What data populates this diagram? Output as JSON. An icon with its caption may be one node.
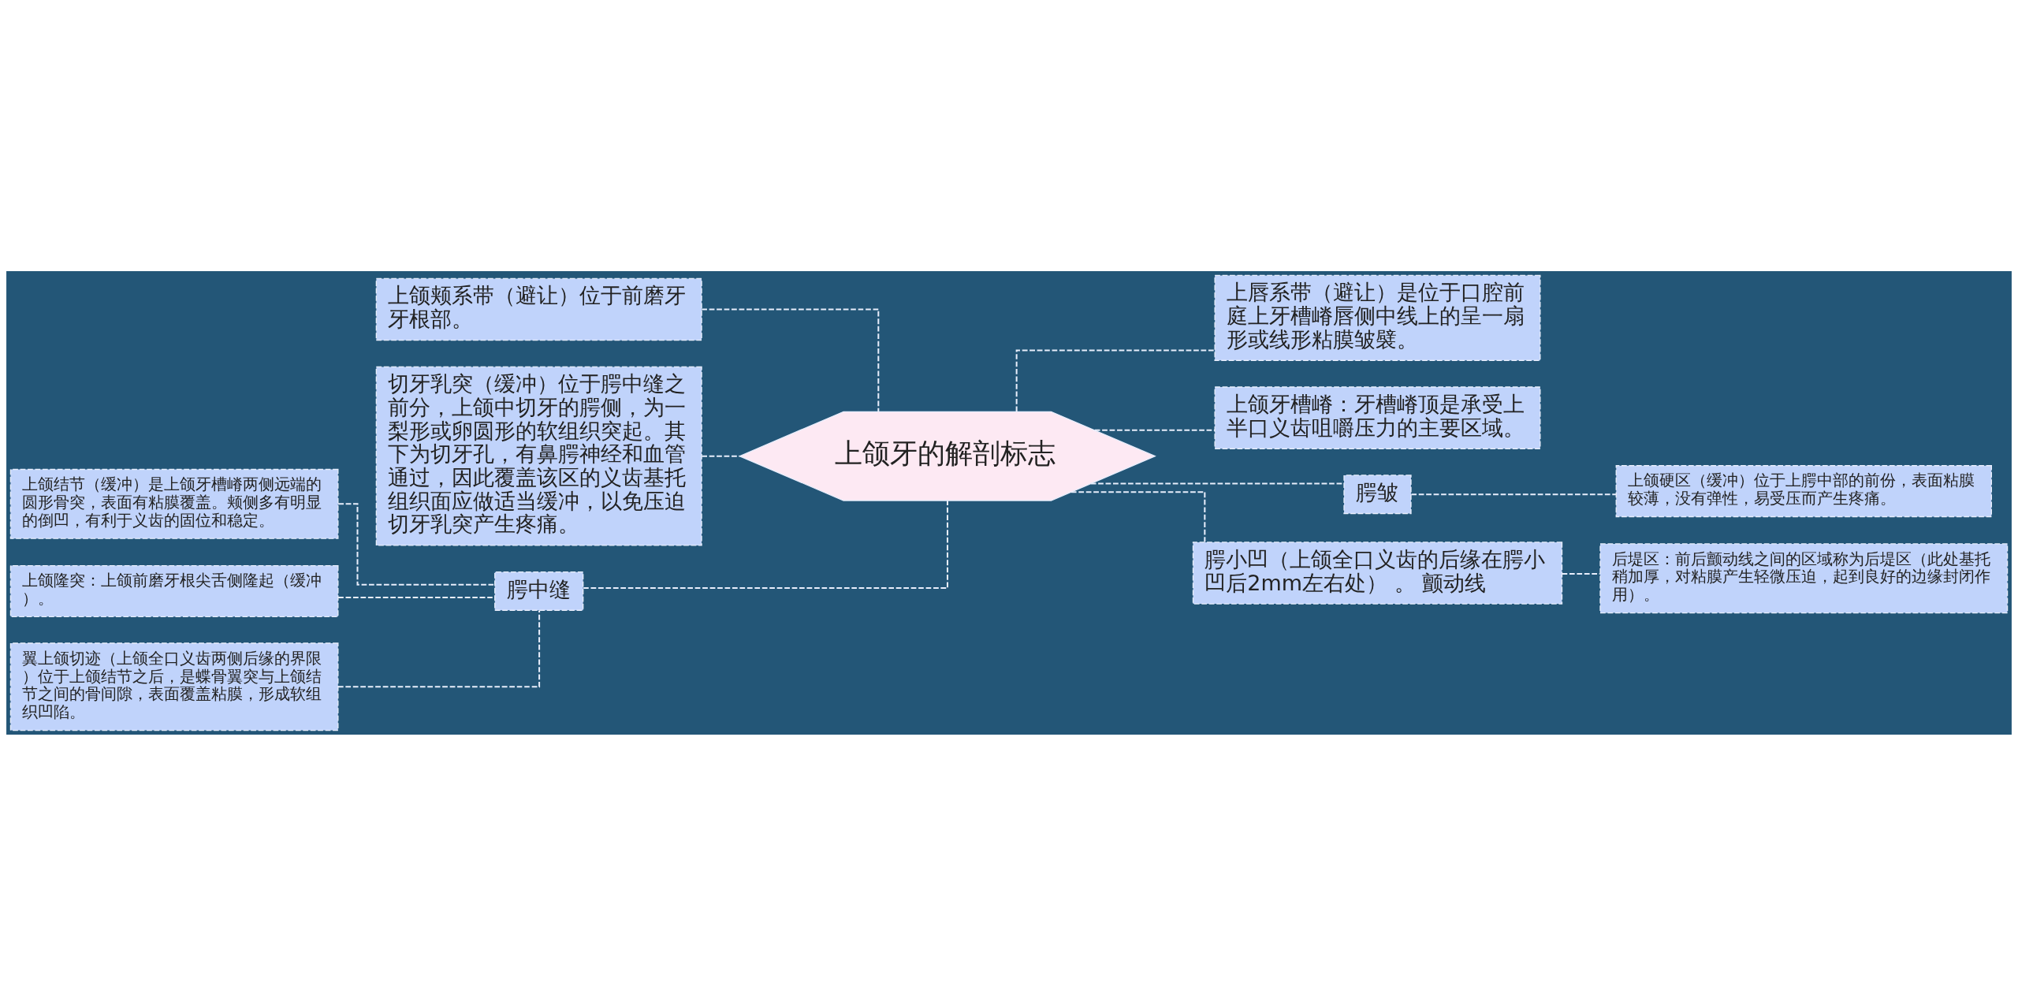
{
  "diagram": {
    "nodes": [
      {
        "text": [
          "上颌牙的解剖标志"
        ]
      },
      {
        "text": [
          "上颌颊系带（避让）位于前磨牙牙根部。"
        ]
      },
      {
        "text": [
          "切牙乳突（缓冲）位于腭中缝之前分，上颌中切牙的腭侧，为一梨形或卵圆形的软组织突起。其下为切牙孔，有鼻腭神经和血管通过，因此覆盖该区的义齿基托组织面应做适当缓冲，以免压迫切牙乳突产生疼痛。"
        ]
      },
      {
        "text": [
          "腭中缝"
        ]
      },
      {
        "text": [
          "上颌结节（缓冲）是上颌牙槽嵴两侧远端的圆形骨突，表面有粘膜覆盖。颊侧多有明显的倒凹，有利于义齿的固位和稳定。"
        ]
      },
      {
        "text": [
          "上颌隆突：上颌前磨牙根尖舌侧隆起（缓冲）。"
        ]
      },
      {
        "text": [
          "翼上颌切迹（上颌全口义齿两侧后缘的界限）位于上颌结节之后，是蝶骨翼突与上颌结节之间的骨间隙，表面覆盖粘膜，形成软组织凹陷。"
        ]
      },
      {
        "text": [
          "上唇系带（避让）是位于口腔前庭上牙槽嵴唇侧中线上的呈一扇形或线形粘膜皱襞。"
        ]
      },
      {
        "text": [
          "上颌牙槽嵴：牙槽嵴顶是承受上半口义齿咀嚼压力的主要区域。"
        ]
      },
      {
        "text": [
          "腭皱"
        ]
      },
      {
        "text": [
          "上颌硬区（缓冲）位于上腭中部的前份，表面粘膜较薄，没有弹性，易受压而产生疼痛。"
        ]
      },
      {
        "text": [
          "腭小凹（上颌全口义齿的后缘在腭小凹后2mm左右处） 。 颤动线"
        ]
      },
      {
        "text": [
          "后堤区：前后颤动线之间的区域称为后堤区（此处基托稍加厚，对粘膜产生轻微压迫，起到良好的边缘封闭作用）。"
        ]
      }
    ],
    "edges": [
      {
        "from": 0,
        "to": 1,
        "arrow": "none"
      },
      {
        "from": 0,
        "to": 2,
        "arrow": "none"
      },
      {
        "from": 0,
        "to": 3,
        "arrow": "none"
      },
      {
        "from": 3,
        "to": 4,
        "arrow": "none"
      },
      {
        "from": 3,
        "to": 5,
        "arrow": "none"
      },
      {
        "from": 3,
        "to": 6,
        "arrow": "none"
      },
      {
        "from": 0,
        "to": 7,
        "arrow": "none"
      },
      {
        "from": 0,
        "to": 8,
        "arrow": "none"
      },
      {
        "from": 0,
        "to": 9,
        "arrow": "none"
      },
      {
        "from": 9,
        "to": 10,
        "arrow": "none"
      },
      {
        "from": 0,
        "to": 11,
        "arrow": "none"
      },
      {
        "from": 11,
        "to": 12,
        "arrow": "none"
      }
    ]
  }
}
